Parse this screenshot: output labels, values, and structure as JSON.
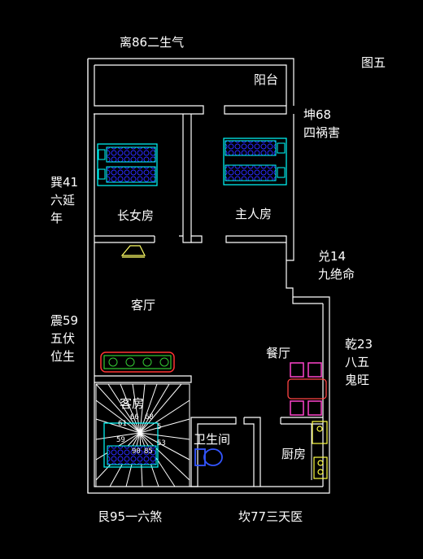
{
  "labels": {
    "north": "离86二生气",
    "figure": "图五",
    "balcony": "阳台",
    "kun": "坤68\n四祸害",
    "xun": "巽41\n六延\n年",
    "elder_daughter_room": "长女房",
    "master_room": "主人房",
    "dui": "兑14\n九绝命",
    "living_room": "客厅",
    "zhen": "震59\n五伏\n位生",
    "qian": "乾23\n八五\n鬼旺",
    "dining_room": "餐厅",
    "guest_room": "客房",
    "bathroom": "卫生间",
    "kitchen": "厨房",
    "gen": "艮95一六煞",
    "kan": "坎77三天医"
  },
  "stair_numbers": [
    "66",
    "68",
    "61",
    "59",
    "90",
    "85",
    "5",
    "53"
  ],
  "colors": {
    "wall": "#ffffff",
    "furniture": "#00ffff",
    "blanket": "#1a1aff",
    "sofa": "#ff3333",
    "plants": "#33cc33",
    "chairs": "#ff44cc",
    "table": "#ff4444",
    "lamp": "#ffff66",
    "toilet": "#3355ff",
    "stove": "#ffff44"
  }
}
